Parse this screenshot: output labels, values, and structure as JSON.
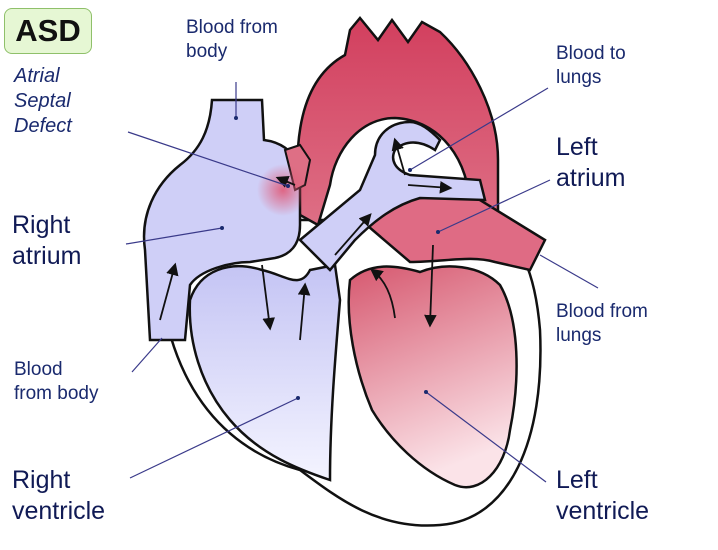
{
  "badge": "ASD",
  "labels": {
    "asd_full": "Atrial\nSeptal\nDefect",
    "blood_from_body_top": "Blood from\nbody",
    "blood_to_lungs": "Blood to\nlungs",
    "left_atrium": "Left\natrium",
    "right_atrium": "Right\natrium",
    "blood_from_lungs": "Blood from\nlungs",
    "blood_from_body_bottom": "Blood\nfrom body",
    "right_ventricle": "Right\nventricle",
    "left_ventricle": "Left\nventricle"
  },
  "colors": {
    "deoxygenated": "#c8c8f5",
    "oxygenated": "#d44a66",
    "outline": "#111111",
    "leader": "#3a3a8a",
    "badge_fill": "#e6f7d4"
  }
}
